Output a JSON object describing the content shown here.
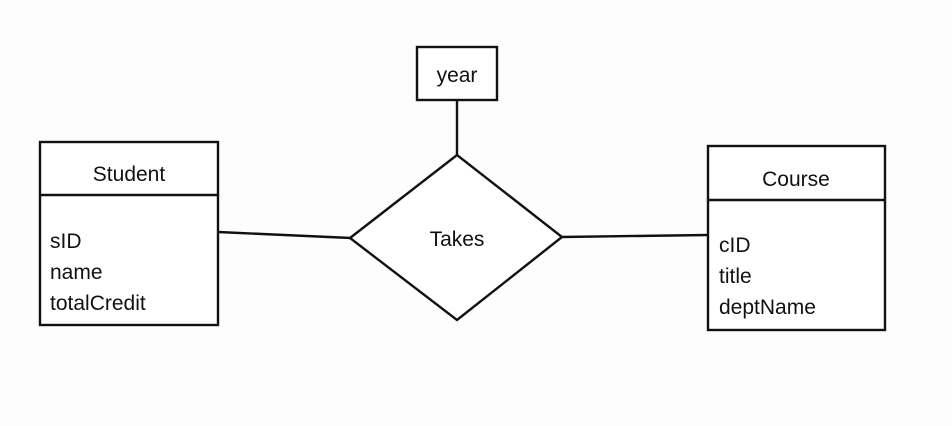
{
  "diagram": {
    "kind": "entity-relationship-diagram",
    "background_color": "#fdfdfd",
    "line_color": "#111111",
    "text_color": "#111111",
    "entities": [
      {
        "name": "Student",
        "attributes": [
          "sID",
          "name",
          "totalCredit"
        ]
      },
      {
        "name": "Course",
        "attributes": [
          "cID",
          "title",
          "deptName"
        ]
      }
    ],
    "relationship": {
      "label": "Takes",
      "attribute": "year"
    },
    "connections": [
      {
        "from": "Student",
        "to": "Takes"
      },
      {
        "from": "Takes",
        "to": "Course"
      },
      {
        "from": "year",
        "to": "Takes"
      }
    ]
  }
}
